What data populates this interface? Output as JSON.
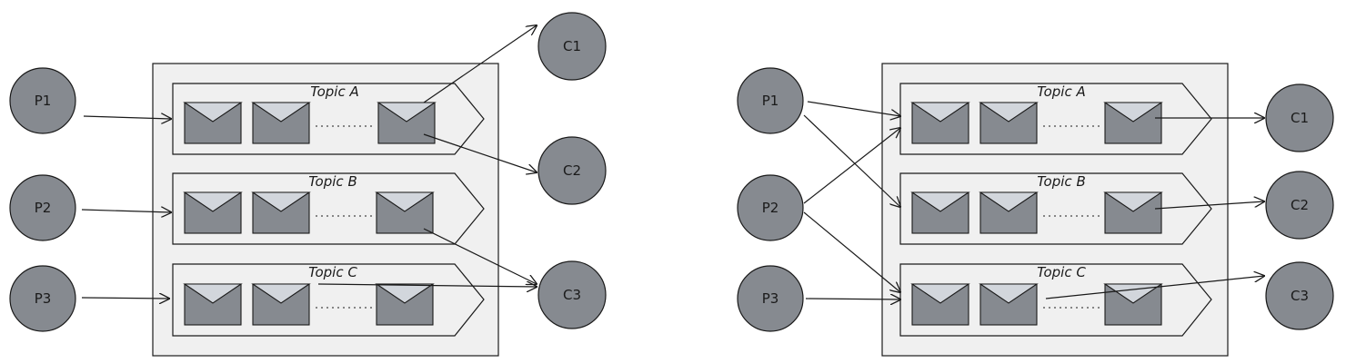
{
  "colors": {
    "node_fill": "#868a90",
    "envelope_fill": "#868a90",
    "envelope_flap": "#d2d6dc",
    "broker_fill": "#f0f0f0",
    "stroke": "#1a1a1a"
  },
  "left": {
    "producers": [
      "P1",
      "P2",
      "P3"
    ],
    "topics": [
      "Topic A",
      "Topic B",
      "Topic C"
    ],
    "consumers": [
      "C1",
      "C2",
      "C3"
    ]
  },
  "right": {
    "producers": [
      "P1",
      "P2",
      "P3"
    ],
    "topics": [
      "Topic A",
      "Topic B",
      "Topic C"
    ],
    "consumers": [
      "C1",
      "C2",
      "C3"
    ]
  }
}
